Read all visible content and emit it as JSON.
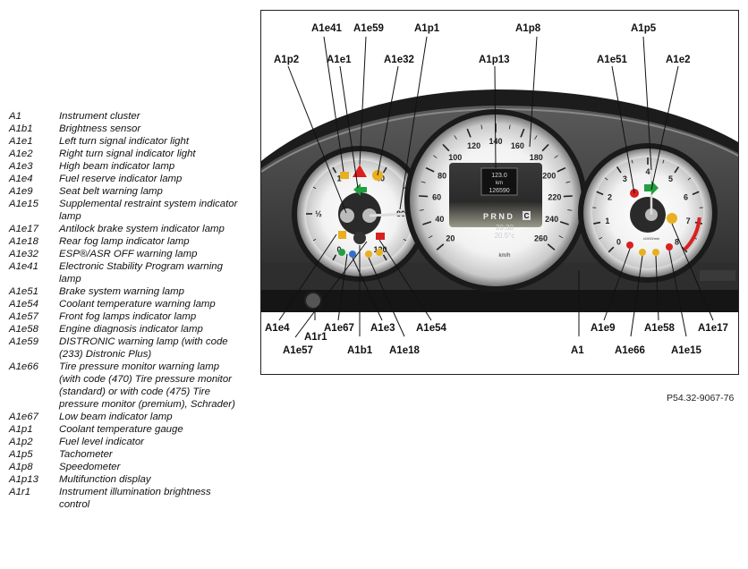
{
  "legend": [
    {
      "code": "A1",
      "desc": "Instrument cluster"
    },
    {
      "code": "A1b1",
      "desc": "Brightness sensor"
    },
    {
      "code": "A1e1",
      "desc": "Left turn signal indicator light"
    },
    {
      "code": "A1e2",
      "desc": "Right turn signal indicator light"
    },
    {
      "code": "A1e3",
      "desc": "High beam indicator lamp"
    },
    {
      "code": "A1e4",
      "desc": "Fuel reserve indicator lamp"
    },
    {
      "code": "A1e9",
      "desc": "Seat belt warning lamp"
    },
    {
      "code": "A1e15",
      "desc": "Supplemental restraint system indicator lamp"
    },
    {
      "code": "A1e17",
      "desc": "Antilock brake system indicator lamp"
    },
    {
      "code": "A1e18",
      "desc": "Rear fog lamp indicator lamp"
    },
    {
      "code": "A1e32",
      "desc": "ESP®/ASR OFF warning lamp"
    },
    {
      "code": "A1e41",
      "desc": "Electronic Stability Program warning lamp"
    },
    {
      "code": "A1e51",
      "desc": "Brake system warning lamp"
    },
    {
      "code": "A1e54",
      "desc": "Coolant temperature warning lamp"
    },
    {
      "code": "A1e57",
      "desc": "Front fog lamps indicator lamp"
    },
    {
      "code": "A1e58",
      "desc": "Engine diagnosis indicator lamp"
    },
    {
      "code": "A1e59",
      "desc": "DISTRONIC warning lamp (with code (233) Distronic Plus)"
    },
    {
      "code": "A1e66",
      "desc": "Tire pressure monitor warning lamp (with code (470) Tire pressure monitor (standard) or with code (475) Tire pressure monitor (premium), Schrader)"
    },
    {
      "code": "A1e67",
      "desc": "Low beam indicator lamp"
    },
    {
      "code": "A1p1",
      "desc": "Coolant temperature gauge"
    },
    {
      "code": "A1p2",
      "desc": "Fuel level indicator"
    },
    {
      "code": "A1p5",
      "desc": "Tachometer"
    },
    {
      "code": "A1p8",
      "desc": "Speedometer"
    },
    {
      "code": "A1p13",
      "desc": "Multifunction display"
    },
    {
      "code": "A1r1",
      "desc": "Instrument illumination brightness control"
    }
  ],
  "callouts": {
    "A1e41": "A1e41",
    "A1e59": "A1e59",
    "A1p1": "A1p1",
    "A1p8": "A1p8",
    "A1p5": "A1p5",
    "A1p2": "A1p2",
    "A1e1": "A1e1",
    "A1e32": "A1e32",
    "A1p13": "A1p13",
    "A1e51": "A1e51",
    "A1e2": "A1e2",
    "A1e4": "A1e4",
    "A1r1": "A1r1",
    "A1e57": "A1e57",
    "A1e67": "A1e67",
    "A1b1": "A1b1",
    "A1e3": "A1e3",
    "A1e18": "A1e18",
    "A1e54": "A1e54",
    "A1": "A1",
    "A1e9": "A1e9",
    "A1e66": "A1e66",
    "A1e58": "A1e58",
    "A1e15": "A1e15",
    "A1e17": "A1e17"
  },
  "display": {
    "temp_out": "123.0",
    "km": "km",
    "odometer": "126590",
    "gear": "P R N D",
    "gear_c": "C",
    "time": "20:30",
    "temp": "20.5°c",
    "speed_unit": "km/h",
    "rpm_unit": "x1000/min"
  },
  "speed_ticks": [
    "20",
    "40",
    "60",
    "80",
    "100",
    "120",
    "140",
    "160",
    "180",
    "200",
    "220",
    "240",
    "260"
  ],
  "rpm_ticks": [
    "0",
    "1",
    "2",
    "3",
    "4",
    "5",
    "6",
    "7",
    "8"
  ],
  "fuel_ticks": [
    "0",
    "½",
    "1"
  ],
  "temp_ticks": [
    "40",
    "80",
    "120"
  ],
  "reference": "P54.32-9067-76",
  "colors": {
    "warning_red": "#d92020",
    "indicator_green": "#20a040",
    "indicator_amber": "#e8b020",
    "indicator_blue": "#3070d0"
  }
}
